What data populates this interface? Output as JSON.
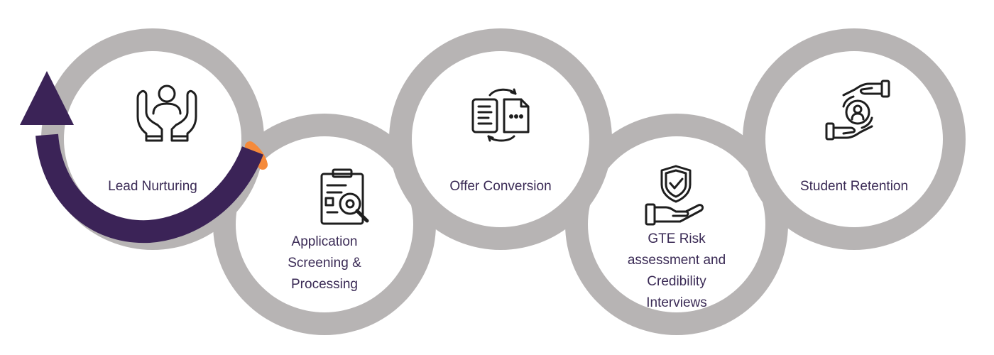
{
  "steps": [
    {
      "label": "Lead Nurturing",
      "icon": "hands-holding-person-icon"
    },
    {
      "label": "Application Screening & Processing",
      "icon": "clipboard-gear-search-icon"
    },
    {
      "label": "Offer Conversion",
      "icon": "documents-exchange-icon"
    },
    {
      "label": "GTE Risk assessment and Credibility Interviews",
      "icon": "hand-shield-check-icon"
    },
    {
      "label": "Student Retention",
      "icon": "hands-exchange-person-icon"
    }
  ],
  "colors": {
    "ring": "#b7b4b4",
    "arrow": "#3b2357",
    "arrow_accent": "#f58a3a",
    "label": "#3a2a55",
    "icon": "#1e1e1e"
  }
}
